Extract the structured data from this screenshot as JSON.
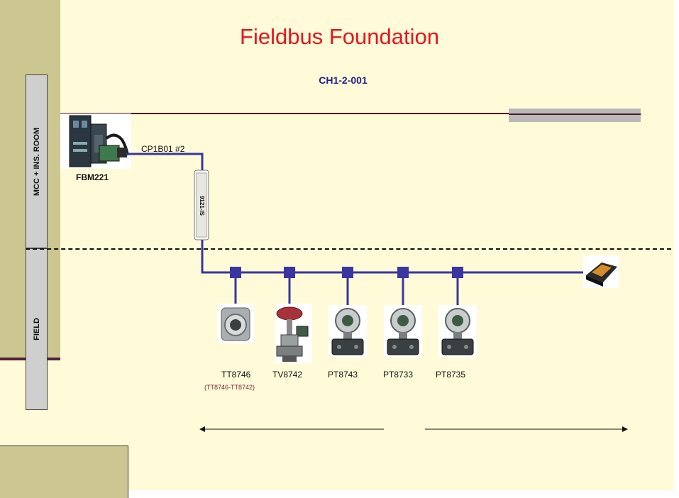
{
  "title": "Fieldbus Foundation",
  "segment_id": "CH1-2-001",
  "zones": {
    "upper": "MCC + INS. ROOM",
    "lower": "FIELD"
  },
  "interface_module": "FBM221",
  "cable_label": "CP1B01 #2",
  "barrier_label": "9121-IS",
  "devices": [
    {
      "tag": "TT8746",
      "note": "(TT8746-TT8742)",
      "icon": "temperature-transmitter-icon"
    },
    {
      "tag": "TV8742",
      "note": "",
      "icon": "control-valve-icon"
    },
    {
      "tag": "PT8743",
      "note": "",
      "icon": "pressure-transmitter-icon"
    },
    {
      "tag": "PT8733",
      "note": "",
      "icon": "pressure-transmitter-icon"
    },
    {
      "tag": "PT8735",
      "note": "",
      "icon": "pressure-transmitter-icon"
    }
  ],
  "terminator_icon": "terminator-block-icon",
  "colors": {
    "title": "#e8141e",
    "bus": "#3a35a0",
    "subtitle": "#1f1f8a",
    "band": "#ccc690",
    "background": "#fffbd8"
  }
}
